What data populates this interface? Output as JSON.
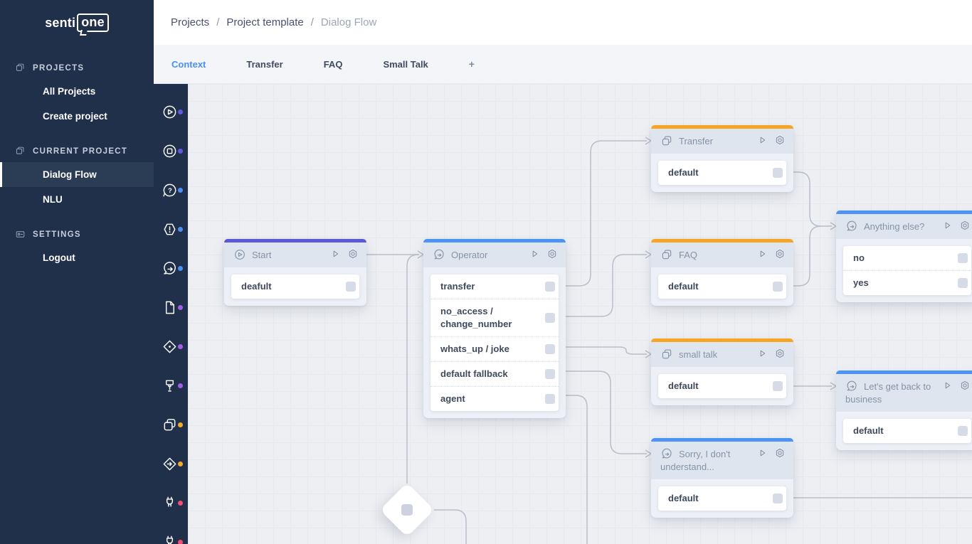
{
  "brand": {
    "senti": "senti",
    "one": "one"
  },
  "sidebar": {
    "sections": [
      {
        "label": "PROJECTS",
        "icon": "folder-icon",
        "items": [
          {
            "label": "All Projects",
            "active": false
          },
          {
            "label": "Create project",
            "active": false
          }
        ]
      },
      {
        "label": "CURRENT PROJECT",
        "icon": "folder-icon",
        "items": [
          {
            "label": "Dialog Flow",
            "active": true
          },
          {
            "label": "NLU",
            "active": false
          }
        ]
      },
      {
        "label": "SETTINGS",
        "icon": "settings-icon",
        "items": [
          {
            "label": "Logout",
            "active": false
          }
        ]
      }
    ]
  },
  "breadcrumb": {
    "separator": "/",
    "items": [
      {
        "label": "Projects",
        "current": false
      },
      {
        "label": "Project template",
        "current": false
      },
      {
        "label": "Dialog Flow",
        "current": true
      }
    ]
  },
  "tabs": [
    {
      "label": "Context",
      "active": true,
      "add": false
    },
    {
      "label": "Transfer",
      "active": false,
      "add": false
    },
    {
      "label": "FAQ",
      "active": false,
      "add": false
    },
    {
      "label": "Small Talk",
      "active": false,
      "add": false
    },
    {
      "label": "+",
      "active": false,
      "add": true
    }
  ],
  "palette": {
    "items": [
      {
        "icon": "play-circle-icon",
        "dot": "#6057e3"
      },
      {
        "icon": "stop-circle-icon",
        "dot": "#6057e3"
      },
      {
        "icon": "question-bubble-icon",
        "dot": "#4a90f4"
      },
      {
        "icon": "alert-hexagon-icon",
        "dot": "#4a90f4"
      },
      {
        "icon": "chat-forward-icon",
        "dot": "#4a90f4"
      },
      {
        "icon": "document-icon",
        "dot": "#a45deb"
      },
      {
        "icon": "decision-diamond-icon",
        "dot": "#a45deb"
      },
      {
        "icon": "brush-stamp-icon",
        "dot": "#a45deb"
      },
      {
        "icon": "cards-icon",
        "dot": "#f6a924"
      },
      {
        "icon": "goto-diamond-icon",
        "dot": "#f6a924"
      },
      {
        "icon": "plug-icon",
        "dot": "#f54d73"
      },
      {
        "icon": "plug-icon",
        "dot": "#f54d73"
      }
    ]
  },
  "canvas": {
    "nodes": [
      {
        "id": "start",
        "title": "Start",
        "icon": "play-circle-icon",
        "accent": "#5a57d9",
        "rows": [
          {
            "label": "deafult"
          }
        ]
      },
      {
        "id": "operator",
        "title": "Operator",
        "icon": "chat-forward-icon",
        "accent": "#4b93f5",
        "rows": [
          {
            "label": "transfer"
          },
          {
            "label": "no_access /\nchange_number"
          },
          {
            "label": "whats_up / joke"
          },
          {
            "label": "default fallback"
          },
          {
            "label": "agent"
          }
        ]
      },
      {
        "id": "transfer",
        "title": "Transfer",
        "icon": "cards-icon",
        "accent": "#f6a524",
        "rows": [
          {
            "label": "default"
          }
        ]
      },
      {
        "id": "faq",
        "title": "FAQ",
        "icon": "cards-icon",
        "accent": "#f6a524",
        "rows": [
          {
            "label": "default"
          }
        ]
      },
      {
        "id": "smalltalk",
        "title": "small talk",
        "icon": "cards-icon",
        "accent": "#f6a524",
        "rows": [
          {
            "label": "default"
          }
        ]
      },
      {
        "id": "sorry",
        "title": "Sorry, I don't understand...",
        "icon": "chat-forward-icon",
        "accent": "#4b93f5",
        "rows": [
          {
            "label": "default"
          }
        ]
      },
      {
        "id": "anything",
        "title": "Anything else?",
        "icon": "chat-forward-icon",
        "accent": "#4b93f5",
        "rows": [
          {
            "label": "no"
          },
          {
            "label": "yes"
          }
        ]
      },
      {
        "id": "letsget",
        "title": "Let's get back to business",
        "icon": "chat-forward-icon",
        "accent": "#4b93f5",
        "rows": [
          {
            "label": "default"
          }
        ]
      }
    ],
    "decision_diamond": {
      "id": "decision-diamond"
    },
    "connections": [
      {
        "from": "start",
        "to": "operator"
      },
      {
        "from": "decision-diamond",
        "to": "operator"
      },
      {
        "from": "operator.transfer",
        "to": "transfer"
      },
      {
        "from": "operator.no_access",
        "to": "faq"
      },
      {
        "from": "operator.whats_up",
        "to": "smalltalk"
      },
      {
        "from": "operator.default_fallback",
        "to": "sorry"
      },
      {
        "from": "operator.agent",
        "to": "offscreen-bottom"
      },
      {
        "from": "transfer.default",
        "to": "anything"
      },
      {
        "from": "faq.default",
        "to": "anything"
      },
      {
        "from": "smalltalk.default",
        "to": "letsget"
      },
      {
        "from": "sorry.default",
        "to": "offscreen-right"
      },
      {
        "from": "decision-diamond",
        "to": "offscreen-bottom"
      }
    ]
  },
  "colors": {
    "sidebar_bg": "#20304a",
    "accent_indigo": "#5a57d9",
    "accent_blue": "#4b93f5",
    "accent_orange": "#f6a524",
    "tab_active": "#4a90f4",
    "wire": "#b8bec9",
    "canvas_bg": "#edeff3",
    "node_header_bg": "#dfe5ee",
    "port": "#d6dce7"
  }
}
